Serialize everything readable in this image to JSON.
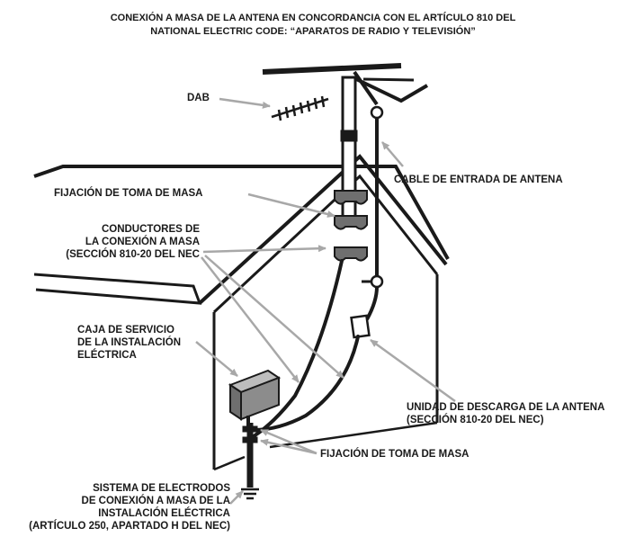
{
  "title": {
    "line1": "CONEXIÓN A MASA DE LA ANTENA EN CONCORDANCIA CON EL ARTÍCULO 810 DEL",
    "line2": "NATIONAL ELECTRIC CODE: “APARATOS DE RADIO Y TELEVISIÓN”"
  },
  "labels": {
    "dab": "DAB",
    "lead_in": "CABLE DE ENTRADA DE ANTENA",
    "clamp_top": "FIJACIÓN DE TOMA DE MASA",
    "conductors": [
      "CONDUCTORES DE",
      "LA CONEXIÓN A MASA",
      "(SECCIÓN 810-20 DEL NEC"
    ],
    "service_box": [
      "CAJA DE SERVICIO",
      "DE LA INSTALACIÓN",
      "ELÉCTRICA"
    ],
    "discharge_unit": [
      "UNIDAD DE DESCARGA DE LA ANTENA",
      "(SECCIÓN 810-20 DEL NEC)"
    ],
    "clamp_bottom": "FIJACIÓN DE TOMA DE MASA",
    "electrode_system": [
      "SISTEMA DE ELECTRODOS",
      "DE CONEXIÓN A MASA DE LA",
      "INSTALACIÓN ELÉCTRICA",
      "(ARTÍCULO 250, APARTADO H DEL NEC)"
    ]
  },
  "colors": {
    "ink": "#1a1a1a",
    "pointer": "#a8a8a8",
    "clamp": "#6f6f6f",
    "box": "#8c8c8c"
  }
}
